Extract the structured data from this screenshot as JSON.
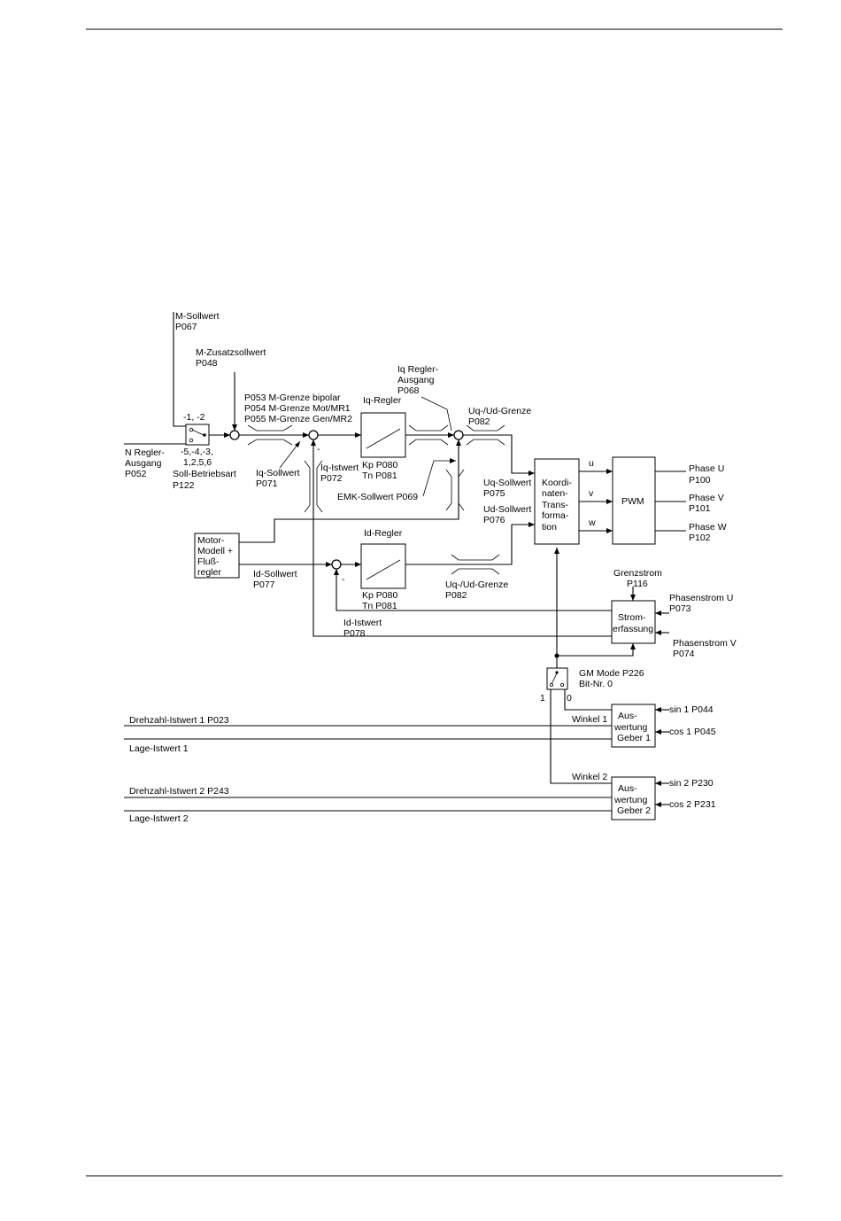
{
  "labels": {
    "m_sollwert": "M-Sollwert",
    "p067": "P067",
    "m_zusatz": "M-Zusatzsollwert",
    "p048": "P048",
    "mode_top": "-1, -2",
    "mode_bot1": "-5,-4,-3,",
    "mode_bot2": "1,2,5,6",
    "soll_betriebsart": "Soll-Betriebsart",
    "p122": "P122",
    "n_regler1": "N Regler-",
    "n_regler2": "Ausgang",
    "p052": "P052",
    "grenze1": "P053 M-Grenze bipolar",
    "grenze2": "P054 M-Grenze Mot/MR1",
    "grenze3": "P055 M-Grenze Gen/MR2",
    "iq_sollwert": "Iq-Sollwert",
    "p071": "P071",
    "iq_istwert": "Iq-Istwert",
    "p072": "P072",
    "iq_regler": "Iq-Regler",
    "kp_p080": "Kp   P080",
    "tn_p081": "Tn   P081",
    "iq_ausg1": "Iq Regler-",
    "iq_ausg2": "Ausgang",
    "p068": "P068",
    "uq_ud_grenze": "Uq-/Ud-Grenze",
    "p082": "P082",
    "emk": "EMK-Sollwert P069",
    "uq_sollwert": "Uq-Sollwert",
    "p075": "P075",
    "ud_sollwert": "Ud-Sollwert",
    "p076": "P076",
    "koord1": "Koordi-",
    "koord2": "naten-",
    "koord3": "Trans-",
    "koord4": "forma-",
    "koord5": "tion",
    "u": "u",
    "v": "v",
    "w": "w",
    "pwm": "PWM",
    "phase_u": "Phase U",
    "p100": "P100",
    "phase_v": "Phase V",
    "p101": "P101",
    "phase_w": "Phase W",
    "p102": "P102",
    "motor1": "Motor-",
    "motor2": "Modell +",
    "motor3": "Fluß-",
    "motor4": "regler",
    "id_sollwert": "Id-Sollwert",
    "p077": "P077",
    "id_regler": "Id-Regler",
    "grenzstrom": "Grenzstrom",
    "p116": "P116",
    "phasenstrom_u": "Phasenstrom U",
    "p073": "P073",
    "phasenstrom_v": "Phasenstrom V",
    "p074": "P074",
    "strom1": "Strom-",
    "strom2": "erfassung",
    "id_istwert": "Id-Istwert",
    "p078": "P078",
    "gm_mode": "GM Mode P226",
    "bit_nr": "Bit-Nr. 0",
    "one": "1",
    "zero": "0",
    "minus": "-",
    "winkel1": "Winkel 1",
    "winkel2": "Winkel 2",
    "ausw_a": "Aus-",
    "ausw_b": "wertung",
    "geber1": "Geber 1",
    "geber2": "Geber 2",
    "sin1": "sin 1   P044",
    "cos1": "cos 1   P045",
    "sin2": "sin 2   P230",
    "cos2": "cos 2   P231",
    "drehzahl1": "Drehzahl-Istwert 1  P023",
    "lage1": "Lage-Istwert 1",
    "drehzahl2": "Drehzahl-Istwert 2  P243",
    "lage2": "Lage-Istwert 2"
  }
}
